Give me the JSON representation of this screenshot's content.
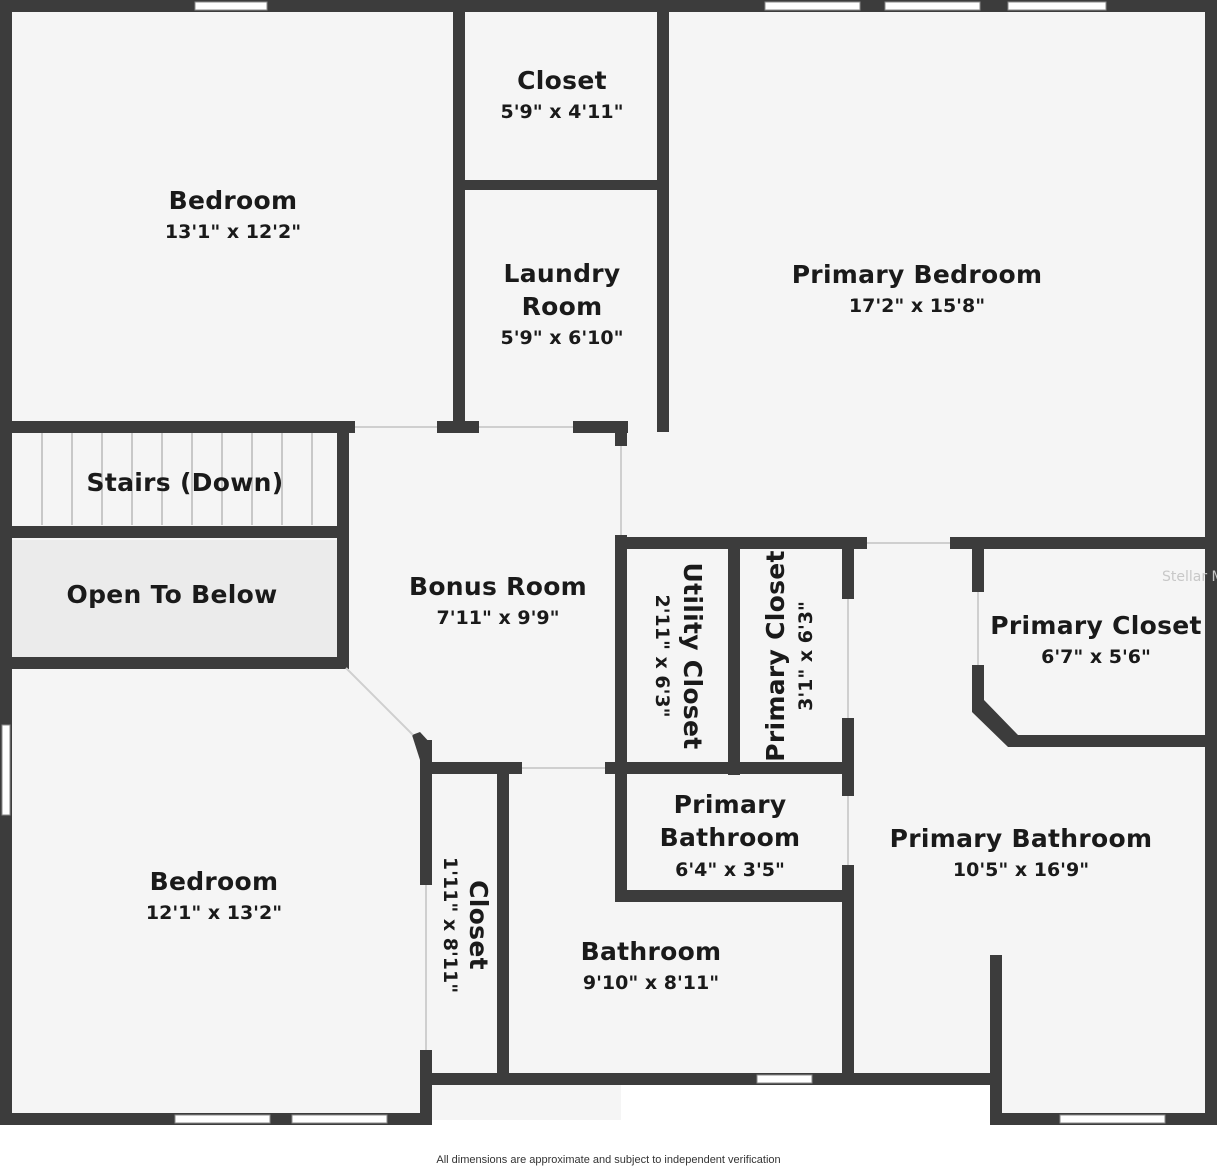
{
  "rooms": {
    "bedroom_top": {
      "name": "Bedroom",
      "dims": "13'1\" x 12'2\""
    },
    "closet_top": {
      "name": "Closet",
      "dims": "5'9\" x 4'11\""
    },
    "laundry": {
      "name_line1": "Laundry",
      "name_line2": "Room",
      "dims": "5'9\" x 6'10\""
    },
    "primary_bedroom": {
      "name": "Primary Bedroom",
      "dims": "17'2\" x 15'8\""
    },
    "stairs": {
      "name": "Stairs (Down)"
    },
    "open_below": {
      "name": "Open To Below"
    },
    "bonus": {
      "name": "Bonus Room",
      "dims": "7'11\" x 9'9\""
    },
    "utility_closet": {
      "name": "Utility Closet",
      "dims": "2'11\" x 6'3\""
    },
    "primary_closet_small": {
      "name": "Primary Closet",
      "dims": "3'1\" x 6'3\""
    },
    "primary_closet": {
      "name": "Primary Closet",
      "dims": "6'7\" x 5'6\""
    },
    "primary_bath_small": {
      "name_line1": "Primary",
      "name_line2": "Bathroom",
      "dims": "6'4\" x 3'5\""
    },
    "primary_bath": {
      "name": "Primary Bathroom",
      "dims": "10'5\" x 16'9\""
    },
    "bedroom_bottom": {
      "name": "Bedroom",
      "dims": "12'1\" x 13'2\""
    },
    "closet_side": {
      "name": "Closet",
      "dims": "1'11\" x 8'11\""
    },
    "bathroom": {
      "name": "Bathroom",
      "dims": "9'10\" x 8'11\""
    }
  },
  "watermark": "Stellar M",
  "disclaimer": "All dimensions are approximate and subject to independent verification",
  "colors": {
    "wall": "#3c3c3c",
    "floor": "#f5f5f5",
    "open_below": "#ebebeb",
    "window": "#ffffff"
  }
}
